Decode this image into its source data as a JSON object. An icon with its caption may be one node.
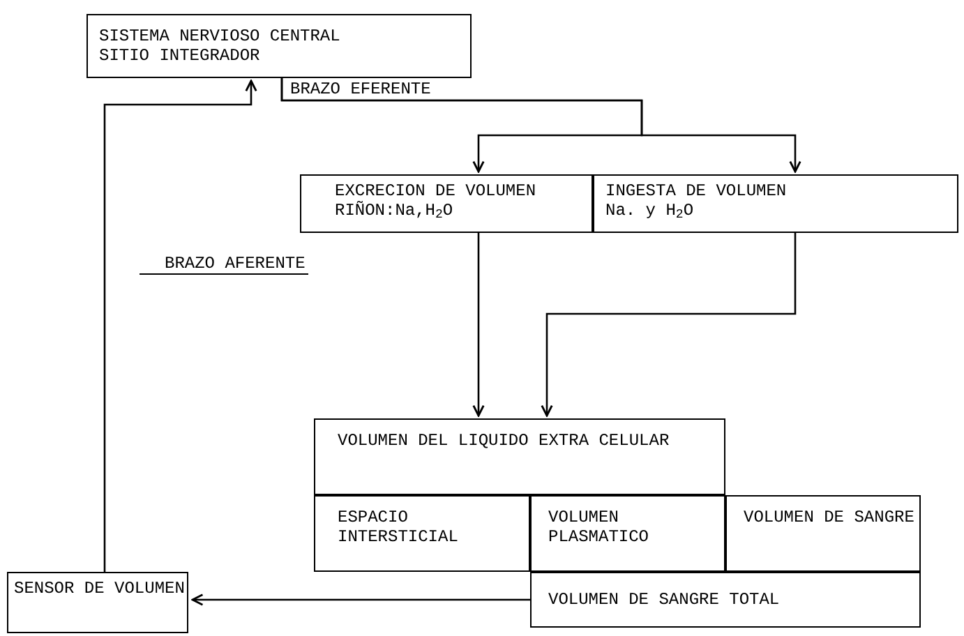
{
  "diagram": {
    "nodes": [
      {
        "text": [
          "SISTEMA NERVIOSO CENTRAL",
          "SITIO INTEGRADOR"
        ]
      },
      {
        "text": [
          "EXCRECION DE VOLUMEN",
          "RIÑON:Na,H$_{2}$O"
        ]
      },
      {
        "text": [
          "INGESTA DE VOLUMEN",
          "Na. y H$_{2}$O"
        ]
      },
      {
        "text": [
          "VOLUMEN DEL LIQUIDO EXTRA CELULAR"
        ]
      },
      {
        "text": [
          "ESPACIO INTERSTICIAL"
        ]
      },
      {
        "text": [
          "VOLUMEN PLASMATICO"
        ]
      },
      {
        "text": [
          "VOLUMEN DE SANGRE"
        ]
      },
      {
        "text": [
          "VOLUMEN DE SANGRE TOTAL"
        ]
      },
      {
        "text": [
          "SENSOR DE VOLUMEN"
        ]
      }
    ],
    "edges": [
      {
        "from": 0,
        "to": 1,
        "arrow": "to",
        "label": "BRAZO EFERENTE"
      },
      {
        "from": 0,
        "to": 2,
        "arrow": "to"
      },
      {
        "from": 1,
        "to": 3,
        "arrow": "to"
      },
      {
        "from": 2,
        "to": 3,
        "arrow": "to"
      },
      {
        "from": 7,
        "to": 8,
        "arrow": "to"
      },
      {
        "from": 8,
        "to": 0,
        "arrow": "to",
        "label": "BRAZO AFERENTE"
      }
    ]
  }
}
